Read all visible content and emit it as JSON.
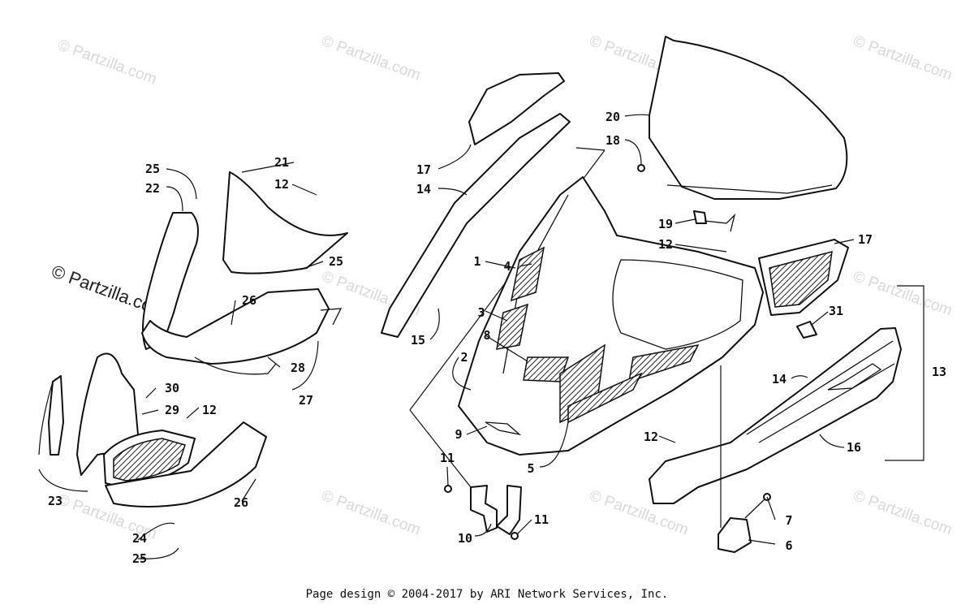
{
  "watermark": "© Partzilla.com",
  "footer": "Page design © 2004-2017 by ARI Network Services, Inc.",
  "callouts": {
    "c25a": "25",
    "c22": "22",
    "c21": "21",
    "c12a": "12",
    "c25b": "25",
    "c26a": "26",
    "c28": "28",
    "c27": "27",
    "c30": "30",
    "c29": "29",
    "c12b": "12",
    "c23": "23",
    "c26b": "26",
    "c24": "24",
    "c25c": "25",
    "c17a": "17",
    "c14a": "14",
    "c1": "1",
    "c4": "4",
    "c3": "3",
    "c15": "15",
    "c8": "8",
    "c2": "2",
    "c9": "9",
    "c11a": "11",
    "c10": "10",
    "c11b": "11",
    "c5": "5",
    "c20": "20",
    "c18": "18",
    "c19": "19",
    "c12c": "12",
    "c17b": "17",
    "c31": "31",
    "c13": "13",
    "c14b": "14",
    "c16": "16",
    "c12d": "12",
    "c7": "7",
    "c6": "6"
  }
}
